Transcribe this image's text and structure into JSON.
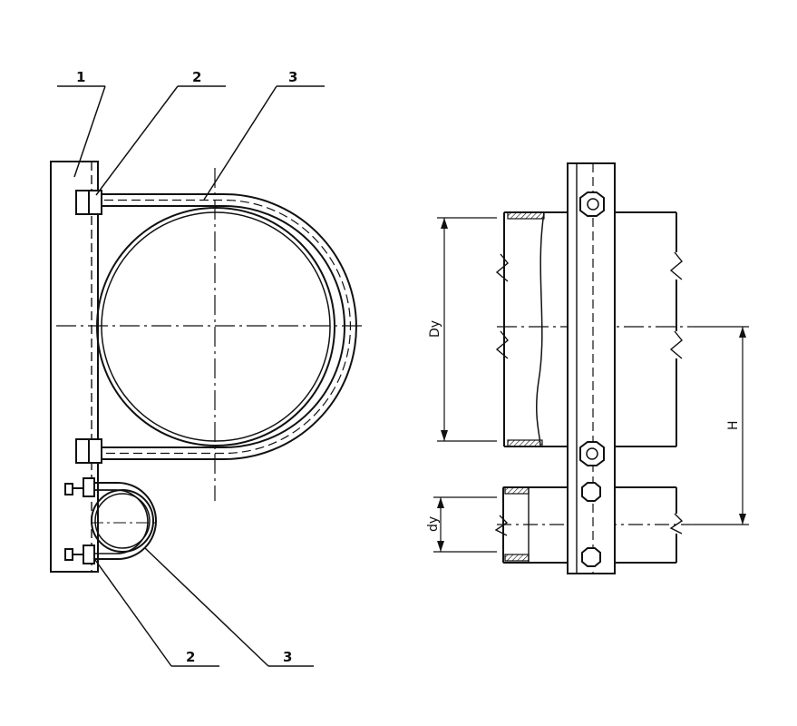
{
  "callouts": {
    "left_plate": "1",
    "left_nut_top": "2",
    "left_clamp_top": "3",
    "left_nut_bottom": "2",
    "left_clamp_bottom": "3"
  },
  "dimensions": {
    "large_diameter": "Dy",
    "small_diameter": "dy",
    "height": "H"
  },
  "colors": {
    "line": "#111111",
    "paper": "#ffffff"
  }
}
